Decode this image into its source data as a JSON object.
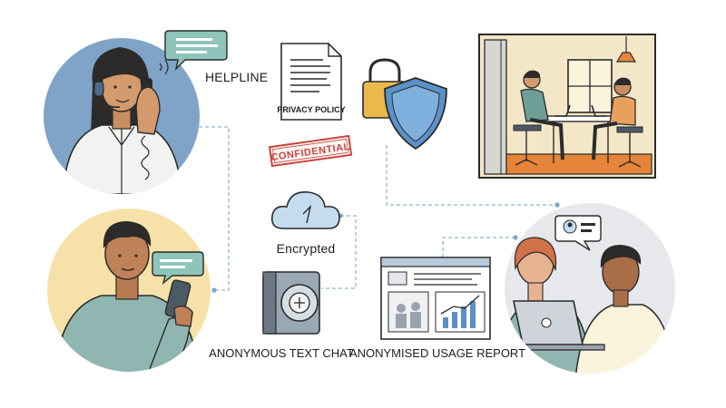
{
  "labels": {
    "helpline": "HELPLINE",
    "privacy_policy": "PRIVACY POLICY",
    "confidential": "CONFIDENTIAL",
    "encrypted": "Encrypted",
    "anonymous_text_chat": "ANONYMOUS TEXT CHAT",
    "anonymised_usage_report": "ANONYMISED USAGE REPORT"
  },
  "colors": {
    "outline": "#2b2b2b",
    "circle_blue": "#7fa4c8",
    "circle_yellow": "#f6e2a8",
    "circle_grey": "#e6e8ec",
    "shield_blue": "#5b92c9",
    "lock_gold": "#e9b94e",
    "stamp_red": "#c9453f",
    "connector": "#8fb4cf",
    "cloud_blue": "#c4dcee",
    "floor_orange": "#e6853a",
    "wall_cream": "#f4e7c8",
    "shirt_teal": "#6f9e97",
    "shirt_sage": "#8fb6b0",
    "shirt_orange": "#e8a15c",
    "chart_blue": "#5b8fc7"
  }
}
